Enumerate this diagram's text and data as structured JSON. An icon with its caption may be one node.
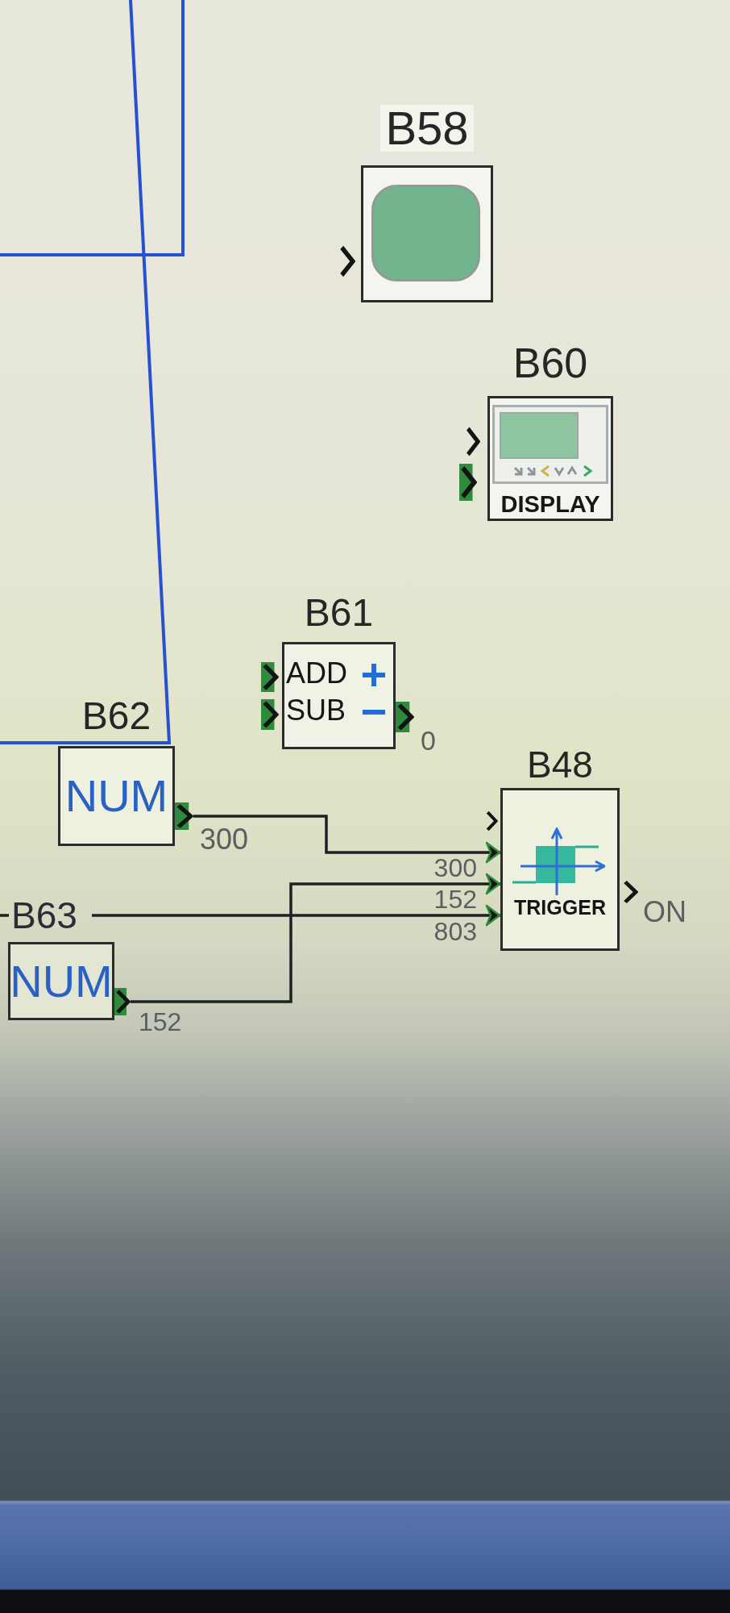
{
  "diagram": {
    "nodes": [
      {
        "text": [
          "B58"
        ]
      },
      {
        "text": [
          "B60",
          "DISPLAY"
        ]
      },
      {
        "text": [
          "B61",
          "ADD",
          "SUB"
        ],
        "beside": [
          "0"
        ]
      },
      {
        "text": [
          "B62",
          "NUM"
        ],
        "beside": [
          "300"
        ]
      },
      {
        "text": [
          "B48",
          "TRIGGER"
        ],
        "beside": [
          "ON"
        ]
      },
      {
        "text": [
          "NUM"
        ],
        "beside": [
          "152"
        ]
      }
    ],
    "edges": [
      {
        "from": 3,
        "to": 4,
        "arrow": "to",
        "label": "300"
      },
      {
        "from": 5,
        "to": 4,
        "arrow": "to",
        "label": "152"
      },
      {
        "from": null,
        "to": 4,
        "arrow": "to",
        "label": "803"
      }
    ],
    "labels": [
      "B63"
    ]
  }
}
